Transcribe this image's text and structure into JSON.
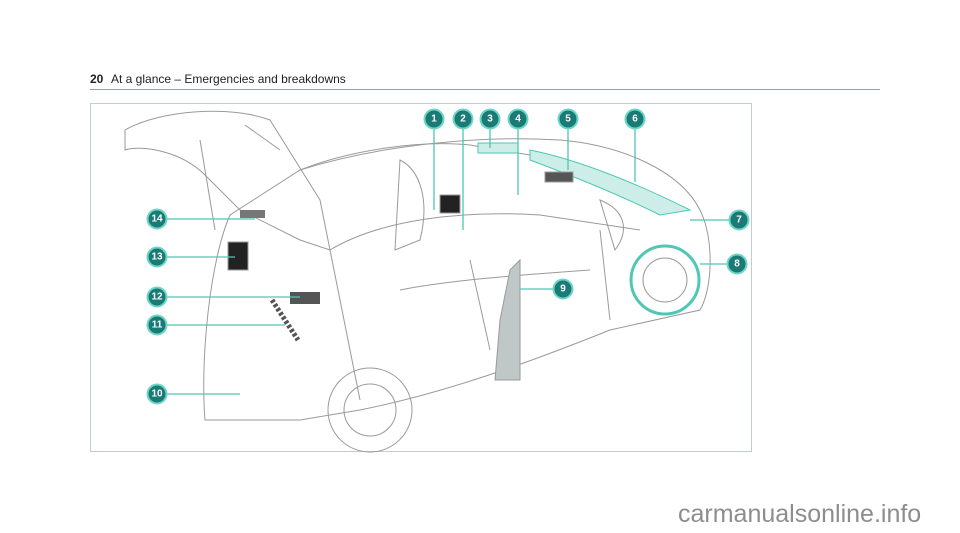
{
  "header": {
    "page_number": "20",
    "title": "At a glance – Emergencies and breakdowns"
  },
  "callouts": [
    "1",
    "2",
    "3",
    "4",
    "5",
    "6",
    "7",
    "8",
    "9",
    "10",
    "11",
    "12",
    "13",
    "14"
  ],
  "colors": {
    "callout_fill": "#197a76",
    "callout_ring": "#6fd6c6",
    "highlight": "#4fc7b4"
  },
  "watermark": "carmanualsonline.info"
}
